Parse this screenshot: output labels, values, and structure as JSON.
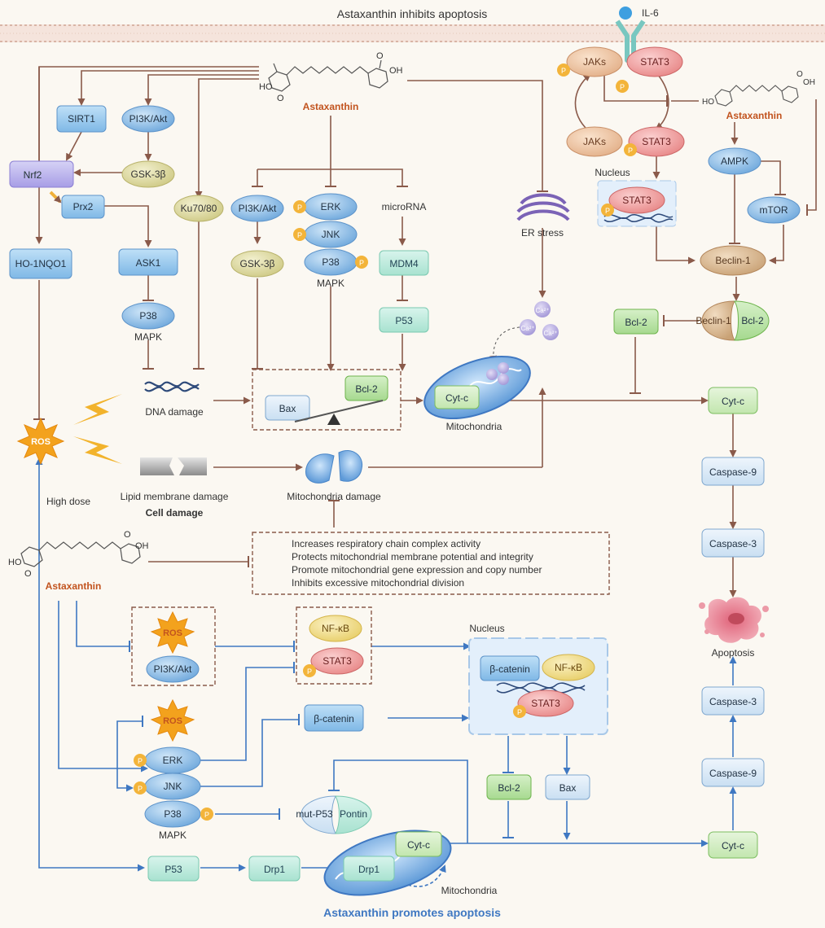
{
  "title_top": "Astaxanthin inhibits apoptosis",
  "title_bottom": "Astaxanthin promotes apoptosis",
  "receptor": "IL-6",
  "molecule": {
    "label": "Astaxanthin",
    "ho": "HO",
    "oh": "OH",
    "o": "O"
  },
  "nodes": {
    "sirt1": "SIRT1",
    "pi3k_top": "PI3K/Akt",
    "nrf2": "Nrf2",
    "gsk_top": "GSK-3β",
    "prx2": "Prx2",
    "ku": "Ku70/80",
    "ho1": "HO-1NQO1",
    "ask1": "ASK1",
    "p38_left": "P38",
    "mapk_left": "MAPK",
    "pi3k_mid": "PI3K/Akt",
    "gsk_mid": "GSK-3β",
    "erk_mid": "ERK",
    "jnk_mid": "JNK",
    "p38_mid": "P38",
    "mapk_mid": "MAPK",
    "microrna": "microRNA",
    "mdm4": "MDM4",
    "p53_mid": "P53",
    "er_stress": "ER stress",
    "jaks1": "JAKs",
    "stat3_1": "STAT3",
    "jaks2": "JAKs",
    "stat3_2": "STAT3",
    "nucleus_top": "Nucleus",
    "stat3_nuc": "STAT3",
    "ampk": "AMPK",
    "mtor": "mTOR",
    "beclin1": "Beclin-1",
    "beclin1_c": "Beclin-1",
    "bcl2_c": "Bcl-2",
    "bcl2_right": "Bcl-2",
    "ca": "Ca²⁺",
    "cytc_mito": "Cyt-c",
    "mitochondria": "Mitochondria",
    "bax": "Bax",
    "bcl2_bal": "Bcl-2",
    "dna_damage": "DNA damage",
    "ros": "ROS",
    "lipid": "Lipid membrane damage",
    "cell_damage": "Cell damage",
    "mito_damage": "Mitochondria damage",
    "high_dose": "High dose",
    "cytc_r1": "Cyt-c",
    "casp9_r1": "Caspase-9",
    "casp3_r1": "Caspase-3",
    "apoptosis": "Apoptosis",
    "casp3_r2": "Caspase-3",
    "casp9_r2": "Caspase-9",
    "cytc_r2": "Cyt-c",
    "ros_b1": "ROS",
    "pi3k_b": "PI3K/Akt",
    "nfkb_b": "NF-κB",
    "stat3_b": "STAT3",
    "nucleus_b": "Nucleus",
    "bcat_nuc": "β-catenin",
    "nfkb_nuc": "NF-κB",
    "stat3_nuc_b": "STAT3",
    "ros_b2": "ROS",
    "bcat_b": "β-catenin",
    "erk_b": "ERK",
    "jnk_b": "JNK",
    "p38_b": "P38",
    "mapk_b": "MAPK",
    "mutp53": "mut-P53",
    "pontin": "Pontin",
    "bcl2_b": "Bcl-2",
    "bax_b": "Bax",
    "p53_b": "P53",
    "drp1_b1": "Drp1",
    "drp1_b2": "Drp1",
    "cytc_b": "Cyt-c",
    "mito_b": "Mitochondria",
    "p": "P"
  },
  "mito_box": [
    "Increases respiratory chain complex activity",
    "Protects mitochondrial membrane potential and integrity",
    "Promote mitochondrial gene expression and copy number",
    "Inhibits excessive mitochondrial division"
  ],
  "colors": {
    "brown": "#8a5a4a",
    "blue": "#3f78c2",
    "orange": "#c2541f",
    "blue_text": "#3f78c2"
  }
}
